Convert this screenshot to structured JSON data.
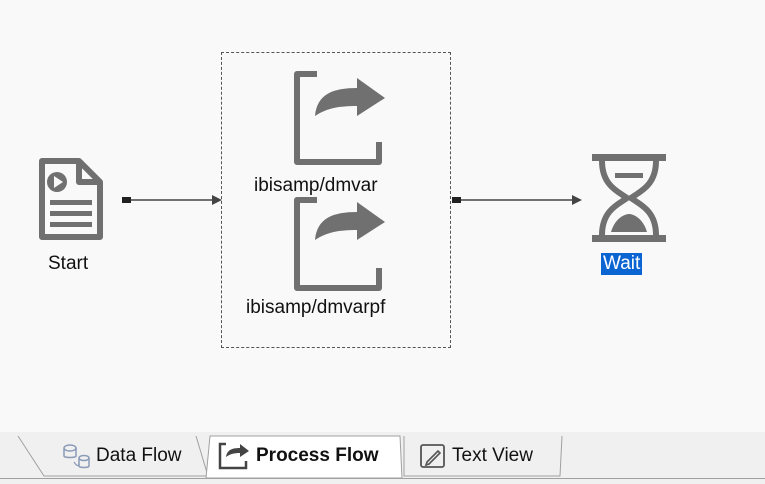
{
  "canvas": {
    "start_label": "Start",
    "process_1_label": "ibisamp/dmvar",
    "process_2_label": "ibisamp/dmvarpf",
    "wait_label": "Wait"
  },
  "tabs": [
    {
      "label": "Data Flow",
      "icon": "data-flow-icon",
      "active": false
    },
    {
      "label": "Process Flow",
      "icon": "process-flow-icon",
      "active": true
    },
    {
      "label": "Text View",
      "icon": "text-view-icon",
      "active": false
    }
  ],
  "colors": {
    "selection_highlight": "#0a64d2",
    "icon_gray": "#707070"
  }
}
